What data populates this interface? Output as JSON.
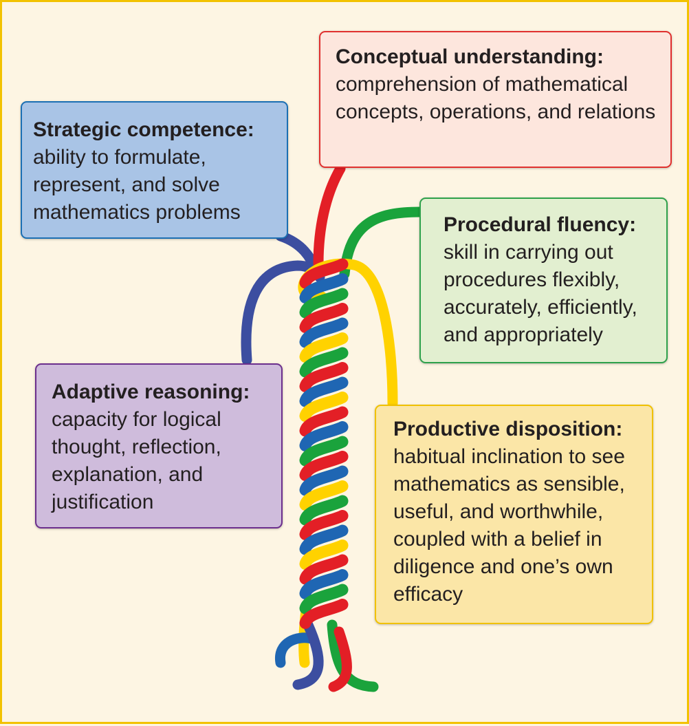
{
  "strands": [
    {
      "name": "Conceptual understanding",
      "color": "#e31f26"
    },
    {
      "name": "Strategic competence",
      "color": "#3c4ea0"
    },
    {
      "name": "Procedural fluency",
      "color": "#1aa33c"
    },
    {
      "name": "Adaptive reasoning",
      "color": "#1f66b3"
    },
    {
      "name": "Productive disposition",
      "color": "#ffd200"
    }
  ],
  "boxes": {
    "conceptual": {
      "title": "Conceptual understanding:",
      "desc": "comprehension of mathematical concepts, operations, and relations"
    },
    "strategic": {
      "title": "Strategic competence:",
      "desc": "ability to formulate, represent, and solve mathematics problems"
    },
    "procedural": {
      "title": "Procedural fluency:",
      "desc": "skill in carrying out procedures flexibly, accurately, efficiently, and appropriately"
    },
    "adaptive": {
      "title": "Adaptive reasoning:",
      "desc": "capacity for logical thought, reflection, explanation, and justification"
    },
    "productive": {
      "title": "Productive disposition:",
      "desc": "habitual inclination to see mathematics as sensible, useful, and worthwhile, coupled with a belief in diligence and one’s own efficacy"
    }
  }
}
